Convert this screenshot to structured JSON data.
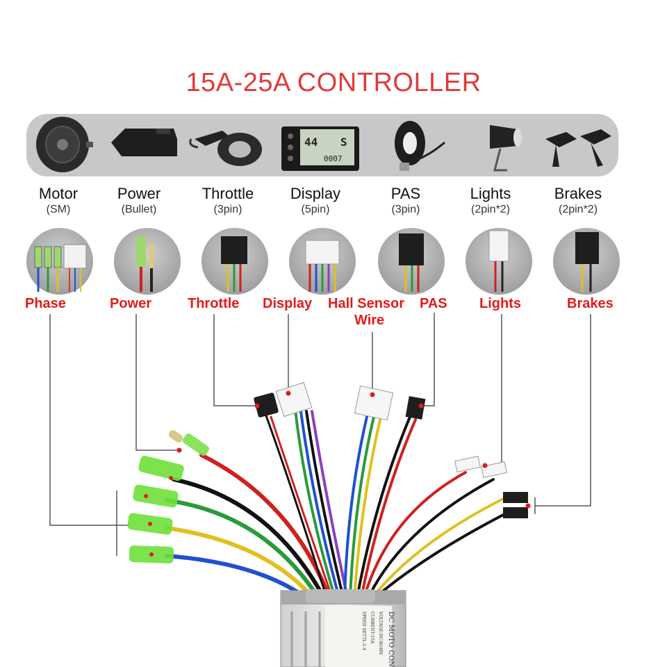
{
  "title": "15A-25A  CONTROLLER",
  "components": [
    {
      "name": "Motor",
      "spec": "(SM)"
    },
    {
      "name": "Power",
      "spec": "(Bullet)"
    },
    {
      "name": "Throttle",
      "spec": "(3pin)"
    },
    {
      "name": "Display",
      "spec": "(5pin)"
    },
    {
      "name": "PAS",
      "spec": "(3pin)"
    },
    {
      "name": "Lights",
      "spec": "(2pin*2)"
    },
    {
      "name": "Brakes",
      "spec": "(2pin*2)"
    }
  ],
  "display_screen": {
    "reading": "44",
    "mode": "S",
    "odo": "0007"
  },
  "connector_labels": {
    "phase": "Phase",
    "power": "Power",
    "throttle": "Throttle",
    "display": "Display",
    "hall_line1": "Hall Sensor",
    "hall_line2": "Wire",
    "pas": "PAS",
    "lights": "Lights",
    "brakes": "Brakes"
  },
  "controller_label": {
    "line1": "DC MOTO CON",
    "line2": "VOLTAGE:DC36/48V",
    "line3": "CURRENT:15A",
    "line4": "SPEED SETTL:1-4"
  },
  "colors": {
    "title": "#e03a3a",
    "label": "#e21b1b",
    "bar": "#c8c8c8",
    "connector_green": "#6ee03a",
    "dot": "#e21b1b"
  }
}
